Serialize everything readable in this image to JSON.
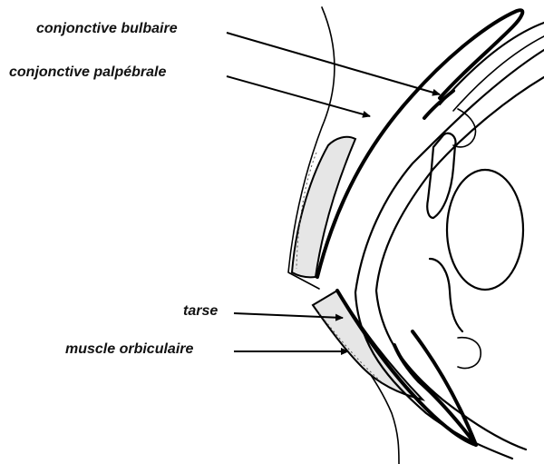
{
  "labels": {
    "conjonctive_bulbaire": "conjonctive bulbaire",
    "conjonctive_palpebrale": "conjonctive palpébrale",
    "tarse": "tarse",
    "muscle_orbiculaire": "muscle orbiculaire"
  }
}
